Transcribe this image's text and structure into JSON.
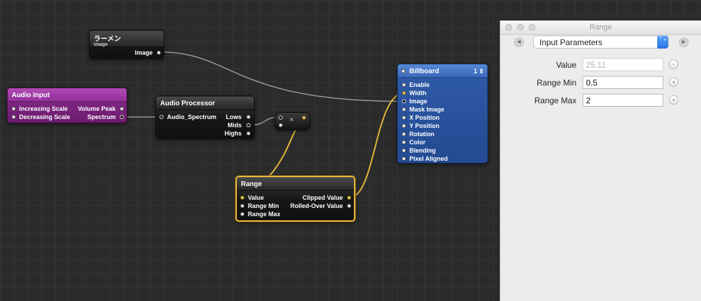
{
  "nodes": {
    "ramen": {
      "title": "ラーメン",
      "subtitle": "Image",
      "output": "Image"
    },
    "audio_input": {
      "title": "Audio Input",
      "inputs": [
        "Increasing Scale",
        "Decreasing Scale"
      ],
      "outputs": [
        "Volume Peak",
        "Spectrum"
      ]
    },
    "audio_processor": {
      "title": "Audio Processor",
      "inputs": [
        "Audio_Spectrum"
      ],
      "outputs": [
        "Lows",
        "Mids",
        "Highs"
      ]
    },
    "multiply": {
      "symbol": "×"
    },
    "range": {
      "title": "Range",
      "inputs": [
        "Value",
        "Range Min",
        "Range Max"
      ],
      "outputs": [
        "Clipped Value",
        "Rolled-Over Value"
      ]
    },
    "billboard": {
      "title": "Billboard",
      "badge": "1 ⇕",
      "inputs": [
        "Enable",
        "Width",
        "Image",
        "Mask Image",
        "X Position",
        "Y Position",
        "Rotation",
        "Color",
        "Blending",
        "Pixel Aligned"
      ]
    }
  },
  "inspector": {
    "window_title": "Range",
    "popup_selected": "Input Parameters",
    "popup_arrows": "⌃⌄",
    "nav_back": "◀",
    "nav_forward": "▶",
    "fields": [
      {
        "label": "Value",
        "value": "25.11",
        "enabled": false
      },
      {
        "label": "Range Min",
        "value": "0.5",
        "enabled": true
      },
      {
        "label": "Range Max",
        "value": "2",
        "enabled": true
      }
    ]
  },
  "colors": {
    "canvas": "#2b2b2b",
    "wire": "#9a9a9a",
    "wire_selected": "#e3b83a",
    "audio_input_node": "#8a2c8d",
    "billboard_node": "#2f5ba8",
    "selection": "#e8b93a"
  }
}
